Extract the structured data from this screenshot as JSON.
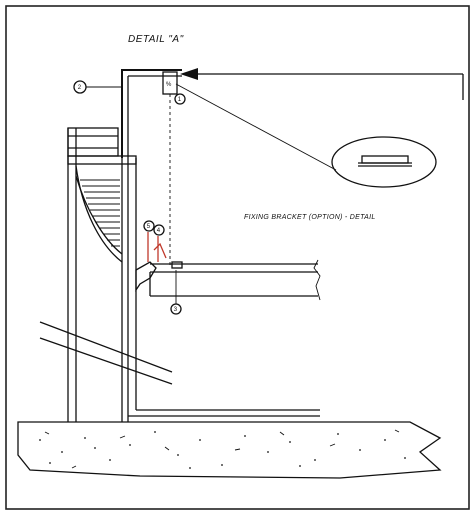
{
  "drawing": {
    "title": "DETAIL \"A\"",
    "caption": "FIXING BRACKET (OPTION) - DETAIL",
    "callouts": [
      "1",
      "2",
      "3",
      "4",
      "5"
    ],
    "part_mark": "%",
    "accent_color": "#c0392b",
    "line_color": "#111111"
  }
}
